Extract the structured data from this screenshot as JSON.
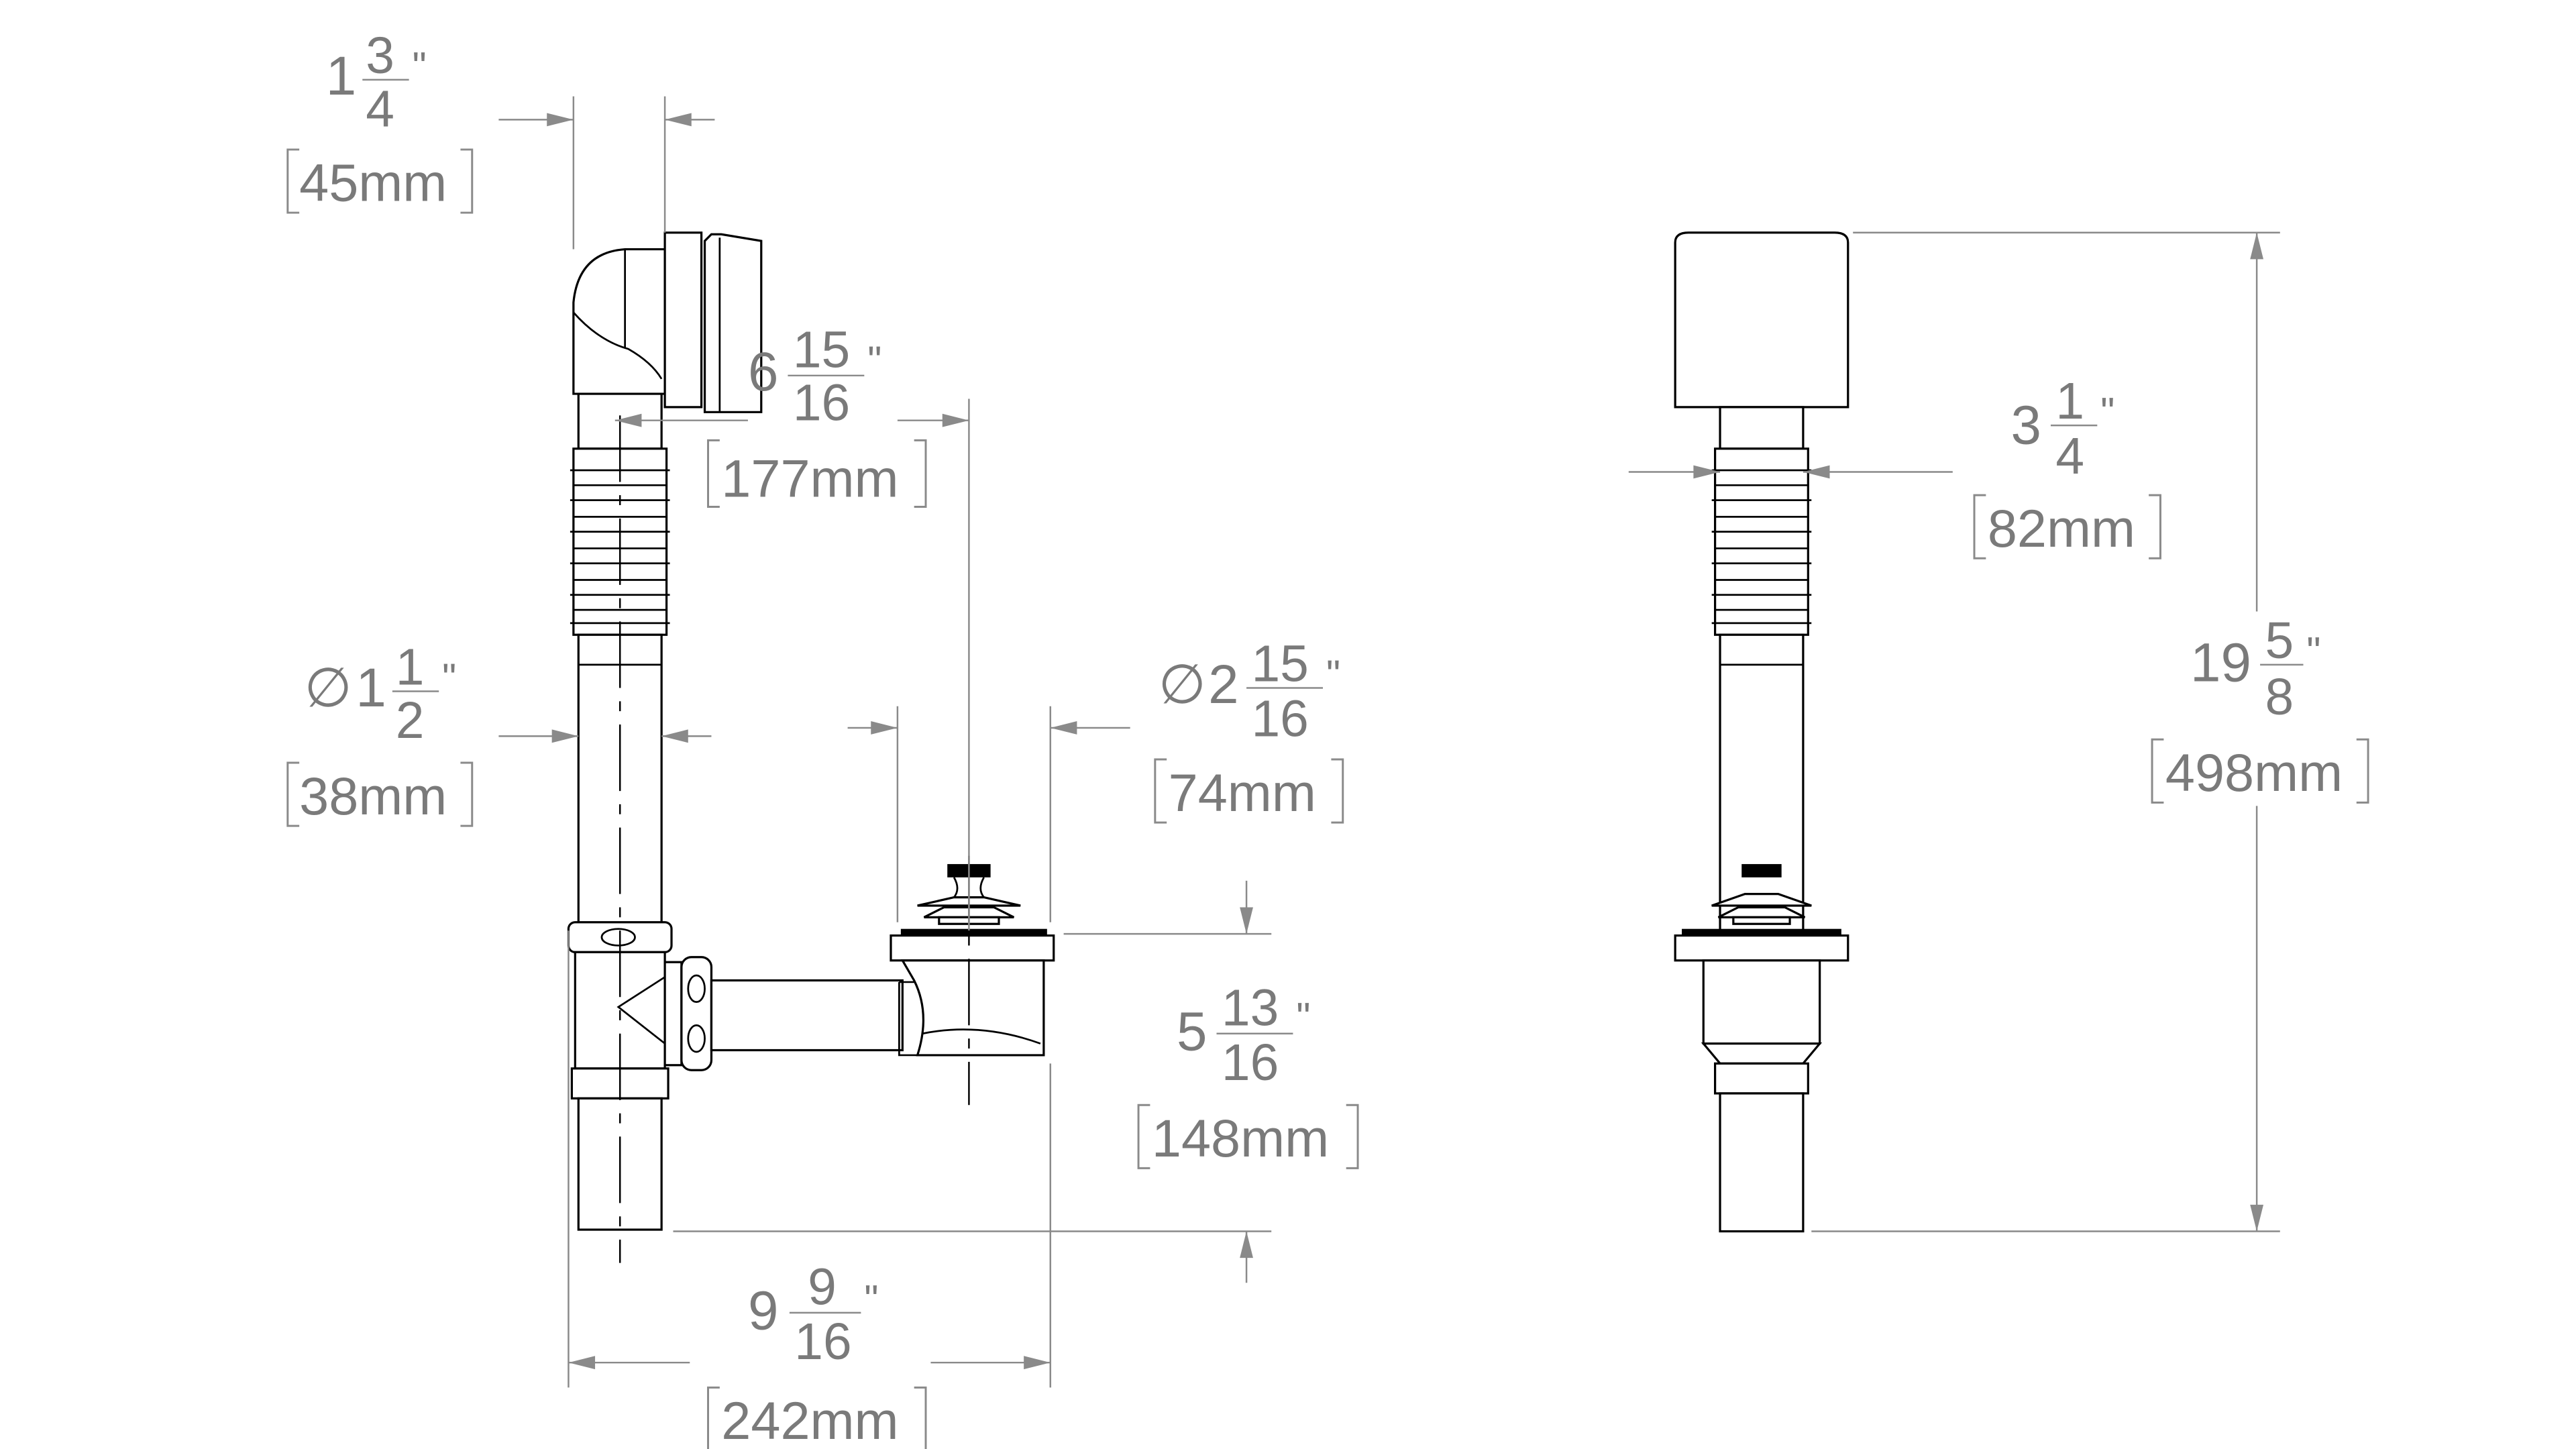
{
  "colors": {
    "dimension": "#7a7a7a",
    "drawing": "#000000",
    "background": "#ffffff"
  },
  "dimensions": {
    "overflow_offset": {
      "whole": "1",
      "num": "3",
      "den": "4",
      "unit": "\"",
      "metric": "45mm"
    },
    "overflow_to_drain": {
      "whole": "6",
      "num": "15",
      "den": "16",
      "unit": "\"",
      "metric": "177mm"
    },
    "pipe_diameter": {
      "symbol": "∅",
      "whole": "1",
      "num": "1",
      "den": "2",
      "unit": "\"",
      "metric": "38mm"
    },
    "drain_diameter": {
      "symbol": "∅",
      "whole": "2",
      "num": "15",
      "den": "16",
      "unit": "\"",
      "metric": "74mm"
    },
    "drain_height": {
      "whole": "5",
      "num": "13",
      "den": "16",
      "unit": "\"",
      "metric": "148mm"
    },
    "overall_width": {
      "whole": "9",
      "num": "9",
      "den": "16",
      "unit": "\"",
      "metric": "242mm"
    },
    "overflow_face_width": {
      "whole": "3",
      "num": "1",
      "den": "4",
      "unit": "\"",
      "metric": "82mm"
    },
    "overall_height": {
      "whole": "19",
      "num": "5",
      "den": "8",
      "unit": "\"",
      "metric": "498mm"
    }
  }
}
